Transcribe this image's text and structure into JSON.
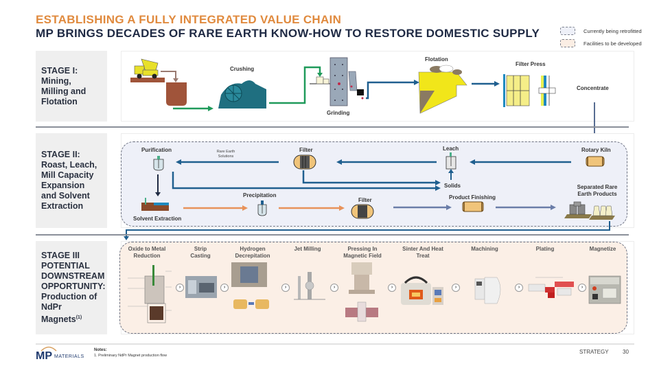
{
  "header": {
    "title_line1": "ESTABLISHING A FULLY INTEGRATED VALUE CHAIN",
    "title_line2": "MP BRINGS DECADES OF RARE EARTH KNOW-HOW TO RESTORE DOMESTIC SUPPLY"
  },
  "legend": [
    {
      "label": "Currently being retrofitted",
      "color": "#eef0f8"
    },
    {
      "label": "Facilities to be developed",
      "color": "#fbeee4"
    }
  ],
  "colors": {
    "title_accent": "#e08a3e",
    "title_dark": "#1f2a44",
    "flow_green": "#1f9a5a",
    "flow_blue": "#1f5f8f",
    "flow_orange": "#e8925a",
    "flow_slate": "#6a7da8"
  },
  "stages": [
    {
      "label": "STAGE I:\nMining,\nMilling and\nFlotation",
      "label_lines": [
        "STAGE I:",
        "Mining,",
        "Milling and",
        "Flotation"
      ],
      "steps": [
        "Crushing",
        "Grinding",
        "Flotation",
        "Filter Press",
        "Concentrate"
      ]
    },
    {
      "label_lines": [
        "STAGE II:",
        "Roast, Leach,",
        "Mill Capacity",
        "Expansion",
        "and Solvent",
        "Extraction"
      ],
      "steps": {
        "purification": "Purification",
        "rare_earth_solutions": "Rare Earth Solutions",
        "filter_top": "Filter",
        "leach": "Leach",
        "rotary_kiln": "Rotary Kiln",
        "solids": "Solids",
        "solvent_extraction": "Solvent Extraction",
        "precipitation": "Precipitation",
        "filter_bottom": "Filter",
        "product_finishing": "Product Finishing",
        "separated_products": "Separated Rare Earth Products"
      }
    },
    {
      "label_lines": [
        "STAGE III",
        "POTENTIAL",
        "DOWNSTREAM",
        "OPPORTUNITY:",
        "Production of",
        "NdPr",
        "Magnets"
      ],
      "label_superscript": "(1)",
      "steps": [
        {
          "line1": "Oxide to Metal",
          "line2": "Reduction"
        },
        {
          "line1": "Strip",
          "line2": "Casting"
        },
        {
          "line1": "Hydrogen",
          "line2": "Decrepitation"
        },
        {
          "line1": "Jet Milling",
          "line2": ""
        },
        {
          "line1": "Pressing In",
          "line2": "Magnetic Field"
        },
        {
          "line1": "Sinter And Heat",
          "line2": "Treat"
        },
        {
          "line1": "Machining",
          "line2": ""
        },
        {
          "line1": "Plating",
          "line2": ""
        },
        {
          "line1": "Magnetize",
          "line2": ""
        }
      ]
    }
  ],
  "footer": {
    "logo_mp": "MP",
    "logo_materials": "MATERIALS",
    "notes_heading": "Notes:",
    "note_1": "1. Preliminary NdPr Magnet production flow",
    "section": "STRATEGY",
    "page_number": "30"
  }
}
